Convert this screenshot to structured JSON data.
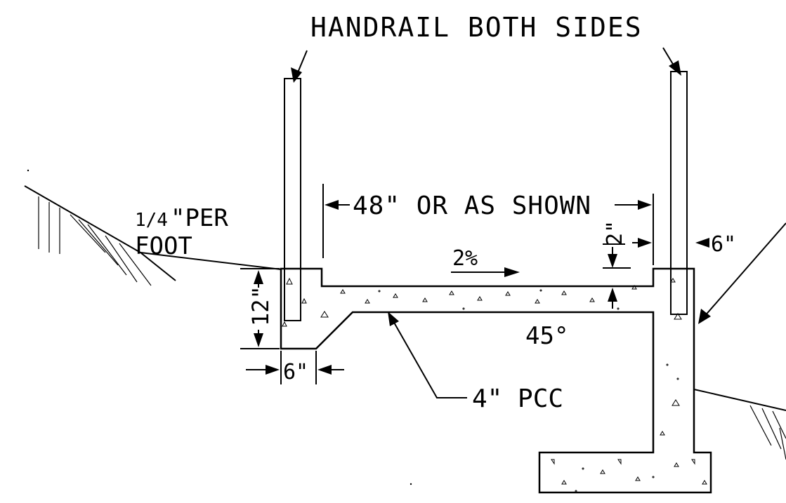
{
  "labels": {
    "handrail": "HANDRAIL BOTH SIDES",
    "width": "48\" OR AS SHOWN",
    "slope_rate": "1/4\" PER FOOT",
    "slope_rate_fraction": "1/4",
    "slope_rate_unit": "\"PER",
    "slope_rate_line2": "FOOT",
    "cross_slope": "2%",
    "curb_height": "12\"",
    "curb_width": "6\"",
    "rail_offset": "6\"",
    "top_offset": "2\"",
    "angle": "45°",
    "slab": "4\" PCC"
  },
  "colors": {
    "ink": "#000000",
    "paper": "#ffffff"
  }
}
